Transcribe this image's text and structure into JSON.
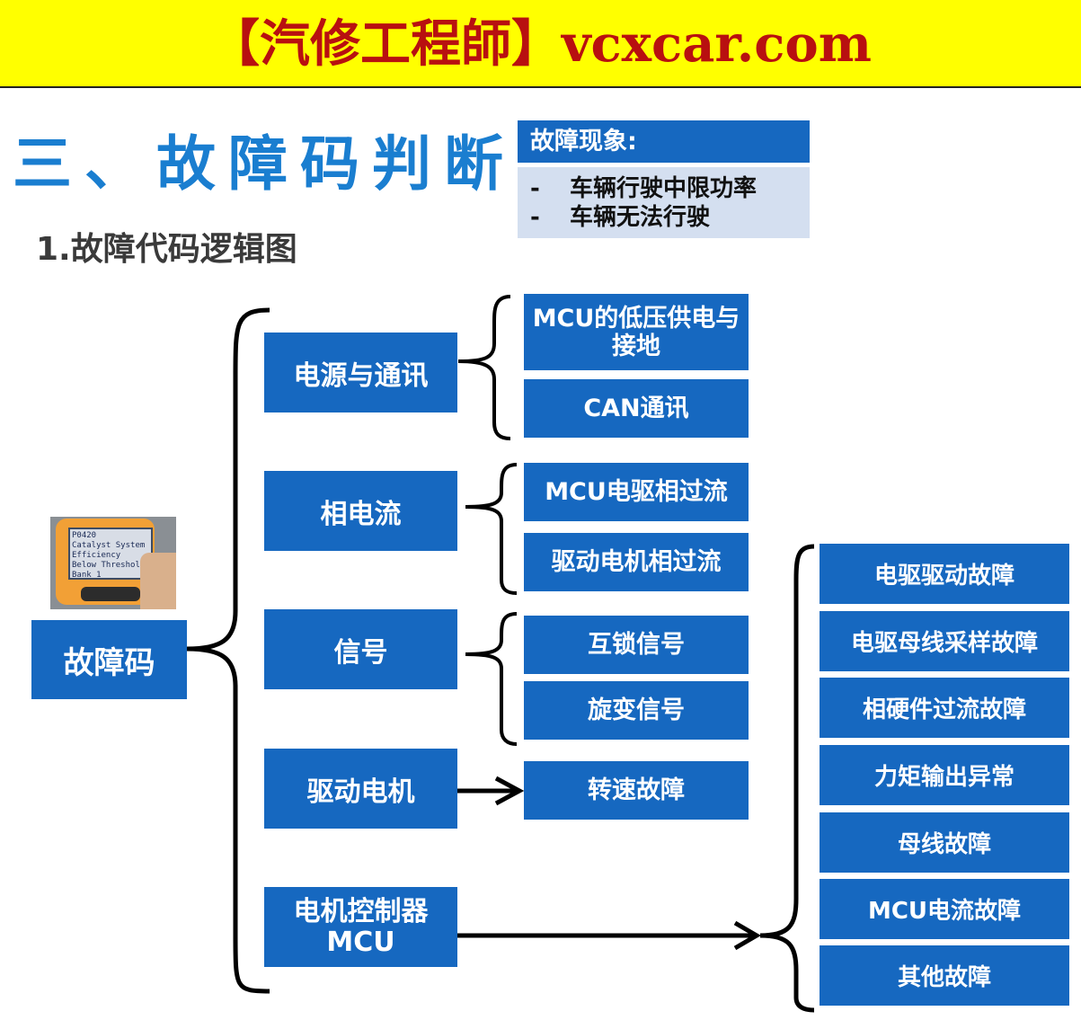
{
  "header": {
    "banner": "【汽修工程師】vcxcar.com"
  },
  "title": {
    "section": "三、故障码判断",
    "subsection": "1.故障代码逻辑图"
  },
  "symptoms": {
    "heading": "故障现象:",
    "items": [
      {
        "dash": "-",
        "text": "车辆行驶中限功率"
      },
      {
        "dash": "-",
        "text": "车辆无法行驶"
      }
    ]
  },
  "device": {
    "screen_code": "P0420",
    "screen_text": "Catalyst System Efficiency Below Threshold Bank 1"
  },
  "diagram": {
    "root": "故障码",
    "categories": [
      "电源与通讯",
      "相电流",
      "信号",
      "驱动电机",
      "电机控制器\nMCU"
    ],
    "power_children": [
      "MCU的低压供电与\n接地",
      "CAN通讯"
    ],
    "phase_children": [
      "MCU电驱相过流",
      "驱动电机相过流"
    ],
    "signal_children": [
      "互锁信号",
      "旋变信号"
    ],
    "motor_children": [
      "转速故障"
    ],
    "mcu_children": [
      "电驱驱动故障",
      "电驱母线采样故障",
      "相硬件过流故障",
      "力矩输出异常",
      "母线故障",
      "MCU电流故障",
      "其他故障"
    ]
  },
  "colors": {
    "banner": "#ffff00",
    "banner_text": "#b81010",
    "box": "#1668c0",
    "title": "#1a7ed0",
    "symptom_body": "#d4dff0"
  }
}
